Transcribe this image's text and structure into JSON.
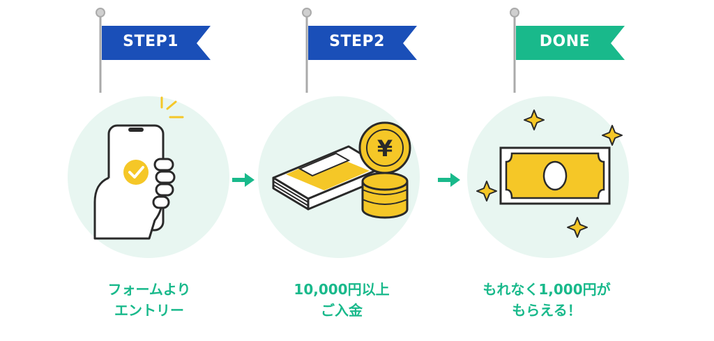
{
  "steps": [
    {
      "flag": "STEP1",
      "caption_line1": "フォームより",
      "caption_line2": "エントリー",
      "flag_color": "#1a4fb8"
    },
    {
      "flag": "STEP2",
      "caption_line1": "10,000円以上",
      "caption_line2": "ご入金",
      "flag_color": "#1a4fb8"
    },
    {
      "flag": "DONE",
      "caption_line1": "もれなく1,000円が",
      "caption_line2": "もらえる！",
      "flag_color": "#19b98b"
    }
  ],
  "coin_symbol": "¥",
  "icons": [
    "smartphone-check-icon",
    "cash-and-coins-icon",
    "banknote-sparkle-icon",
    "arrow-right-icon"
  ],
  "colors": {
    "accent_green": "#19b98b",
    "flag_blue": "#1a4fb8",
    "circle_bg": "#e8f6f1",
    "gold": "#f5c727"
  }
}
